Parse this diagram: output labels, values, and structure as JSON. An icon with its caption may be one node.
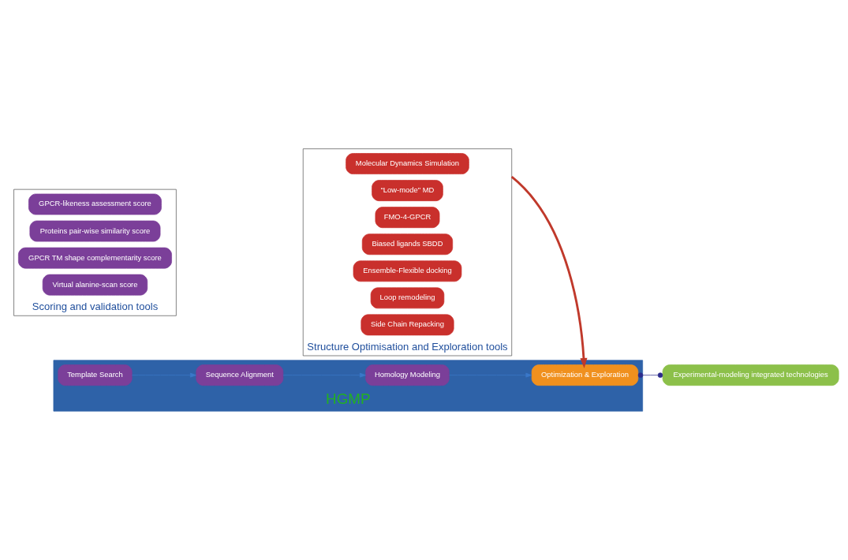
{
  "diagram": {
    "nodes": [
      {
        "text": [
          "Structure Optimisation and Exploration tools"
        ]
      },
      {
        "text": [
          "Molecular Dynamics Simulation"
        ],
        "in": 0
      },
      {
        "text": [
          "“Low-mode\" MD"
        ],
        "in": 0
      },
      {
        "text": [
          "FMO-4-GPCR"
        ],
        "in": 0
      },
      {
        "text": [
          "Biased ligands SBDD"
        ],
        "in": 0
      },
      {
        "text": [
          "Ensemble-Flexible docking"
        ],
        "in": 0
      },
      {
        "text": [
          "Loop remodeling"
        ],
        "in": 0
      },
      {
        "text": [
          "Side Chain Repacking"
        ],
        "in": 0
      },
      {
        "text": [
          "HGMP"
        ]
      },
      {
        "text": [
          "Template Search"
        ],
        "in": 8
      },
      {
        "text": [
          "Sequence Alignment"
        ],
        "in": 8
      },
      {
        "text": [
          "Homology Modeling"
        ],
        "in": 8
      },
      {
        "text": [
          "Optimization & Exploration"
        ],
        "in": 8
      },
      {
        "text": [
          "Experimental-modeling integrated technologies"
        ]
      },
      {
        "text": [
          "Scoring and validation tools"
        ]
      },
      {
        "text": [
          "GPCR-likeness assessment score"
        ],
        "in": 14
      },
      {
        "text": [
          "Proteins pair-wise similarity score"
        ],
        "in": 14
      },
      {
        "text": [
          "GPCR TM shape complementarity score"
        ],
        "in": 14
      },
      {
        "text": [
          "Virtual alanine-scan score"
        ],
        "in": 14
      }
    ],
    "edges": [
      {
        "from": 9,
        "to": 10,
        "arrow": "to"
      },
      {
        "from": 10,
        "to": 11,
        "arrow": "to"
      },
      {
        "from": 11,
        "to": 12,
        "arrow": "to"
      },
      {
        "from": 0,
        "to": 12,
        "arrow": "to",
        "style": "thick",
        "color": "#c0392b"
      },
      {
        "from": 12,
        "to": 13,
        "arrow": "other",
        "color": "#2c2c8c"
      }
    ]
  }
}
